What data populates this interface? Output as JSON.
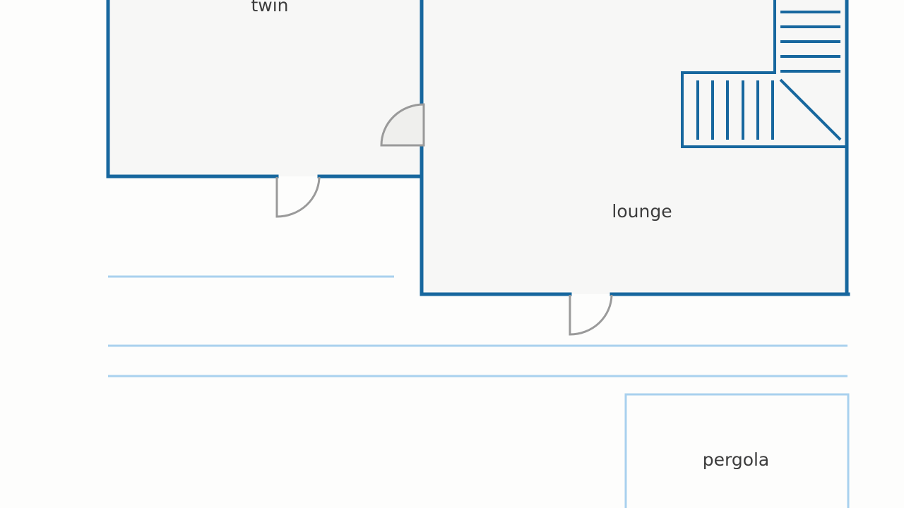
{
  "rooms": {
    "twin": "twin",
    "lounge": "lounge",
    "pergola": "pergola"
  },
  "colors": {
    "wall": "#17679e",
    "outline_light": "#a9d1ee",
    "room_fill": "#f7f7f6",
    "door": "#9a9a9a",
    "door_fill": "#efefed",
    "label": "#3d3d3d"
  }
}
